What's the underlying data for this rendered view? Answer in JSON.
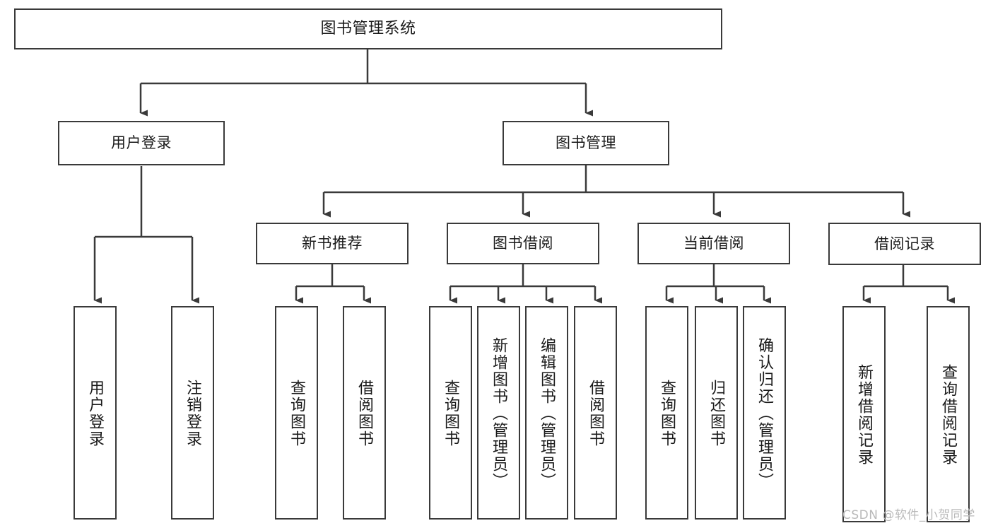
{
  "diagram": {
    "title": "图书管理系统",
    "type": "tree-hierarchy",
    "watermark": "CSDN @软件_小贺同学",
    "colors": {
      "node_border": "#3a3a3a",
      "node_fill": "#ffffff",
      "edge": "#3a3a3a",
      "text": "#1a1a1a",
      "watermark": "#b9b9b9",
      "background": "#ffffff"
    },
    "levels": {
      "level0": [
        "图书管理系统"
      ],
      "level1": [
        "用户登录",
        "图书管理"
      ],
      "level2": [
        "新书推荐",
        "图书借阅",
        "当前借阅",
        "借阅记录"
      ]
    }
  },
  "nodes": {
    "root": {
      "label": "图书管理系统"
    },
    "user_login": {
      "label": "用户登录"
    },
    "book_manage": {
      "label": "图书管理"
    },
    "new_book_rec": {
      "label": "新书推荐"
    },
    "book_borrow": {
      "label": "图书借阅"
    },
    "current_borrow": {
      "label": "当前借阅"
    },
    "borrow_record": {
      "label": "借阅记录"
    },
    "leaf_user_login": {
      "label": "用户登录"
    },
    "leaf_logout": {
      "label": "注销登录"
    },
    "leaf_query_book_1": {
      "label": "查询图书"
    },
    "leaf_borrow_book_1": {
      "label": "借阅图书"
    },
    "leaf_query_book_2": {
      "label": "查询图书"
    },
    "leaf_add_book": {
      "label": "新增图书（管理员）"
    },
    "leaf_edit_book": {
      "label": "编辑图书（管理员）"
    },
    "leaf_borrow_book_2": {
      "label": "借阅图书"
    },
    "leaf_query_book_3": {
      "label": "查询图书"
    },
    "leaf_return_book": {
      "label": "归还图书"
    },
    "leaf_confirm_return": {
      "label": "确认归还（管理员）"
    },
    "leaf_add_record": {
      "label": "新增借阅记录"
    },
    "leaf_query_record": {
      "label": "查询借阅记录"
    }
  },
  "edges": [
    {
      "from": "图书管理系统",
      "to": "用户登录"
    },
    {
      "from": "图书管理系统",
      "to": "图书管理"
    },
    {
      "from": "用户登录",
      "to": "用户登录"
    },
    {
      "from": "用户登录",
      "to": "注销登录"
    },
    {
      "from": "图书管理",
      "to": "新书推荐"
    },
    {
      "from": "图书管理",
      "to": "图书借阅"
    },
    {
      "from": "图书管理",
      "to": "当前借阅"
    },
    {
      "from": "图书管理",
      "to": "借阅记录"
    },
    {
      "from": "新书推荐",
      "to": "查询图书"
    },
    {
      "from": "新书推荐",
      "to": "借阅图书"
    },
    {
      "from": "图书借阅",
      "to": "查询图书"
    },
    {
      "from": "图书借阅",
      "to": "新增图书（管理员）"
    },
    {
      "from": "图书借阅",
      "to": "编辑图书（管理员）"
    },
    {
      "from": "图书借阅",
      "to": "借阅图书"
    },
    {
      "from": "当前借阅",
      "to": "查询图书"
    },
    {
      "from": "当前借阅",
      "to": "归还图书"
    },
    {
      "from": "当前借阅",
      "to": "确认归还（管理员）"
    },
    {
      "from": "借阅记录",
      "to": "新增借阅记录"
    },
    {
      "from": "借阅记录",
      "to": "查询借阅记录"
    }
  ]
}
